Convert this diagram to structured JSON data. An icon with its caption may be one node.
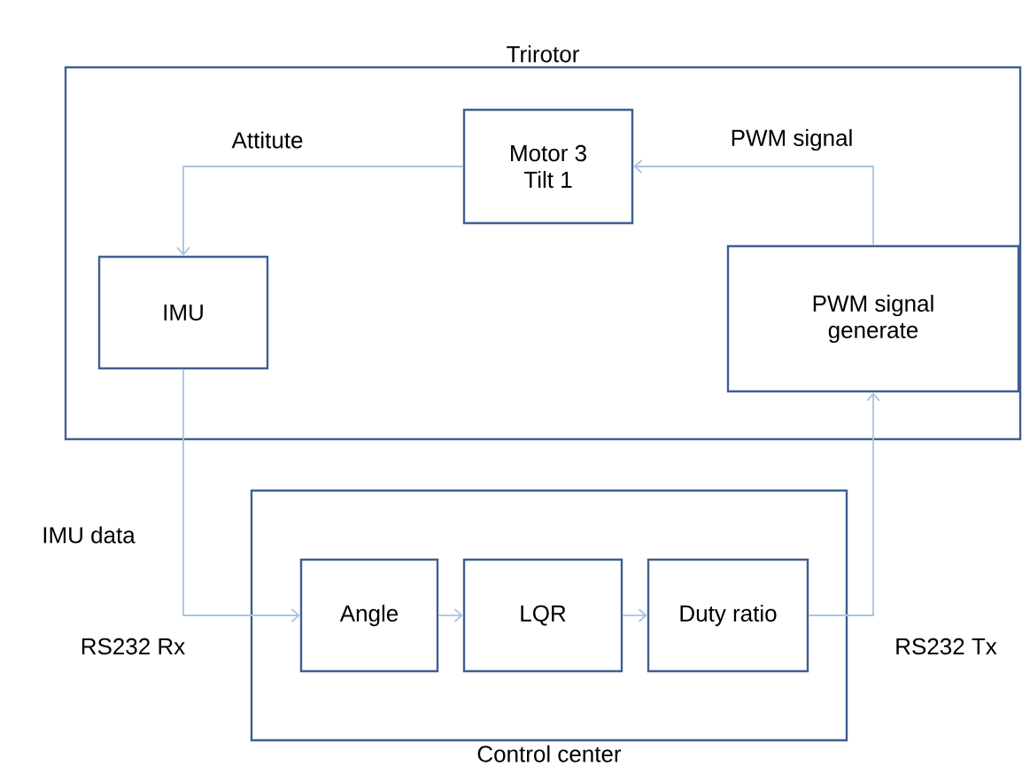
{
  "diagram": {
    "nodes": [
      {
        "text": [
          "Trirotor"
        ]
      },
      {
        "text": [
          "Motor 3 Tilt 1"
        ],
        "in": 0
      },
      {
        "text": [
          "IMU"
        ],
        "in": 0
      },
      {
        "text": [
          "PWM signal generate"
        ],
        "in": 0
      },
      {
        "text": [
          "Control center"
        ]
      },
      {
        "text": [
          "Angle"
        ],
        "in": 4
      },
      {
        "text": [
          "LQR"
        ],
        "in": 4
      },
      {
        "text": [
          "Duty ratio"
        ],
        "in": 4
      }
    ],
    "edges": [
      {
        "from": 1,
        "to": 2,
        "arrow": "to",
        "label": "Attitute"
      },
      {
        "from": 3,
        "to": 1,
        "arrow": "to",
        "label": "PWM signal"
      },
      {
        "from": 2,
        "to": 5,
        "arrow": "to",
        "label": "IMU data"
      },
      {
        "from": 5,
        "to": 6,
        "arrow": "to"
      },
      {
        "from": 6,
        "to": 7,
        "arrow": "to"
      },
      {
        "from": 7,
        "to": 3,
        "arrow": "to",
        "label": "RS232 Tx"
      }
    ],
    "labels": [
      "RS232 Rx"
    ]
  }
}
